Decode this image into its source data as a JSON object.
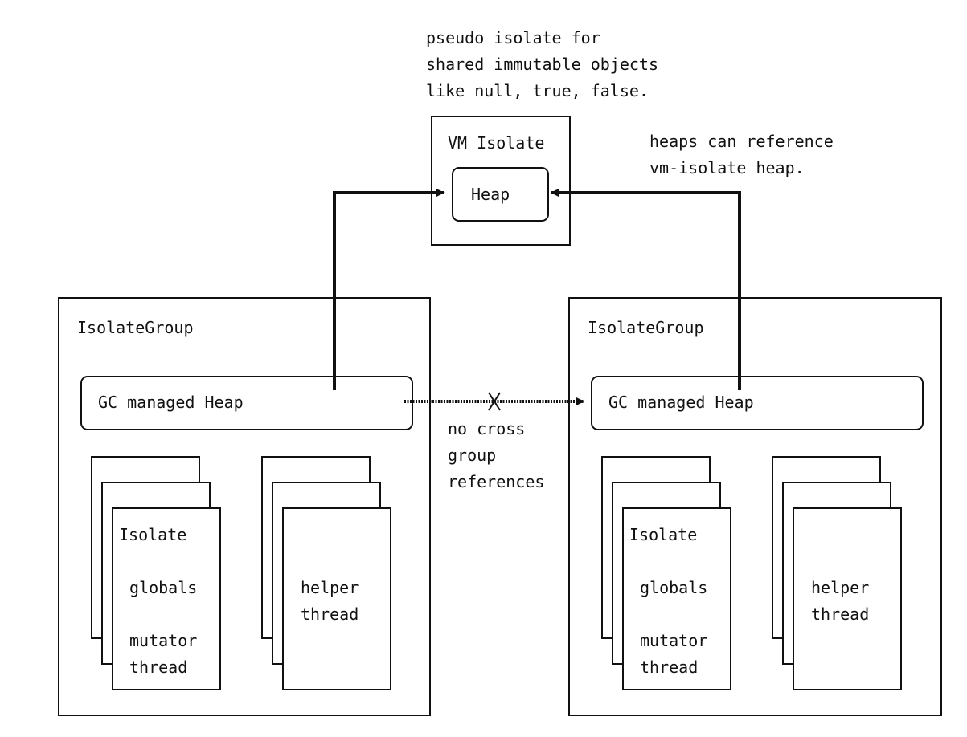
{
  "vm_note": [
    "pseudo isolate for",
    "shared immutable objects",
    "like null, true, false."
  ],
  "heaps_note": [
    "heaps can reference",
    "vm-isolate heap."
  ],
  "vm_isolate": {
    "title": "VM Isolate",
    "heap": "Heap"
  },
  "cross_note": [
    "no cross",
    "group",
    "references"
  ],
  "groups": [
    {
      "title": "IsolateGroup",
      "gc_heap": "GC managed Heap",
      "isolate": {
        "title": "Isolate",
        "globals": "globals",
        "mutator": [
          "mutator",
          "thread"
        ]
      },
      "helper": [
        "helper",
        "thread"
      ]
    },
    {
      "title": "IsolateGroup",
      "gc_heap": "GC managed Heap",
      "isolate": {
        "title": "Isolate",
        "globals": "globals",
        "mutator": [
          "mutator",
          "thread"
        ]
      },
      "helper": [
        "helper",
        "thread"
      ]
    }
  ],
  "colors": {
    "line": "#111111",
    "background": "#ffffff"
  }
}
